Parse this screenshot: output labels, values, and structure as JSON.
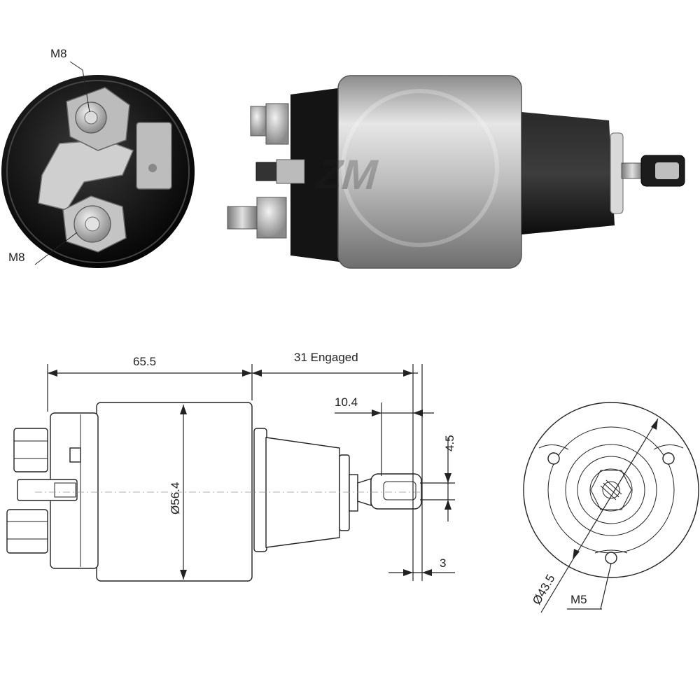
{
  "photo_end_view": {
    "label_top": "M8",
    "label_bottom": "M8"
  },
  "drawing_side_view": {
    "length_label": "65.5",
    "engaged_label": "31 Engaged",
    "offset_label": "10.4",
    "slot_label": "4.5",
    "tip_label": "3",
    "diameter_label": "Ø56.4"
  },
  "drawing_end_view": {
    "diameter_label": "Ø43.5",
    "thread_label": "M5"
  },
  "colors": {
    "line": "#222222",
    "body_metal": "#b8b8b8",
    "rubber_black": "#1a1a1a"
  }
}
